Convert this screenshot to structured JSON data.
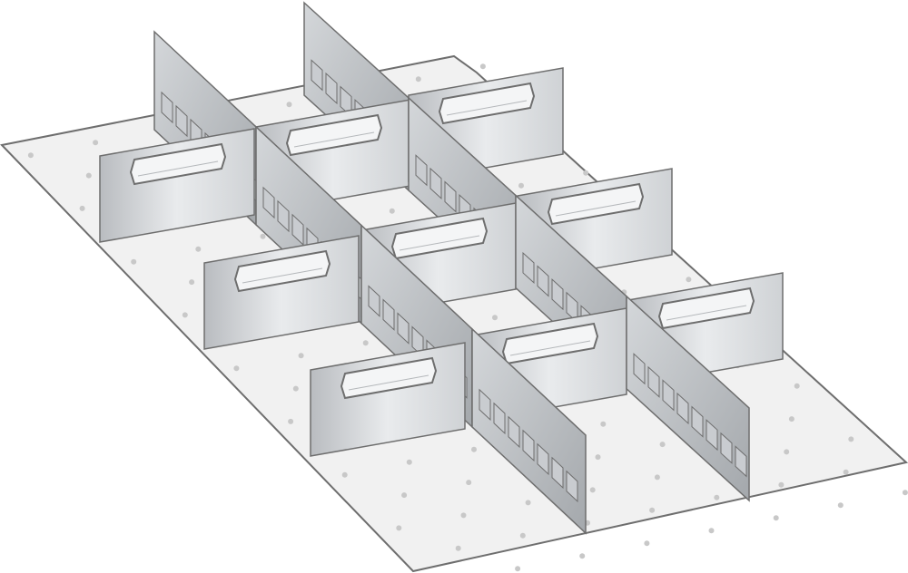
{
  "illustration": {
    "subject": "drawer-divider-set",
    "colors": {
      "background": "#ffffff",
      "plate": "#f1f1f1",
      "plate_dot": "#c8c8c8",
      "outline": "#6e6e6e",
      "panel_light": "#e6e8ea",
      "panel_dark": "#9ea2a6",
      "label_holder": "#f4f5f6"
    },
    "transverse_rows": 3,
    "compartment_columns": 3,
    "longitudinal_dividers": 2
  }
}
